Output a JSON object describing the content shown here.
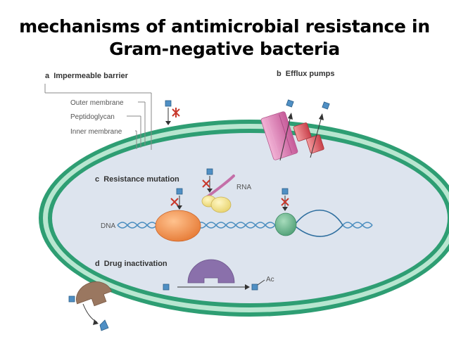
{
  "slide": {
    "title_line1": "mechanisms of antimicrobial resistance in",
    "title_line2": "Gram-negative bacteria"
  },
  "panels": {
    "a": {
      "letter": "a",
      "title": "Impermeable barrier"
    },
    "b": {
      "letter": "b",
      "title": "Efflux pumps"
    },
    "c": {
      "letter": "c",
      "title": "Resistance mutation"
    },
    "d": {
      "letter": "d",
      "title": "Drug inactivation"
    }
  },
  "membrane_labels": [
    "Outer membrane",
    "Peptidoglycan",
    "Inner membrane"
  ],
  "molecule_labels": {
    "rna": "RNA",
    "dna": "DNA",
    "acetyl": "Ac"
  },
  "colors": {
    "outer_membrane": "#2e9e73",
    "peptidoglycan": "#b8e6d0",
    "cytoplasm": "#dde4ee",
    "drug": "#4f8fc4",
    "block": "#c8382b",
    "efflux_pump_pink": "#d77ab0",
    "efflux_pump_red": "#d9525a",
    "ribosome": "#f1e08a",
    "rna_strand": "#c46fa8",
    "rna_polymerase": "#ee8a48",
    "dna_gyrase": "#5fb086",
    "dna_strand": "#4a8dbf",
    "enzyme": "#8a70ab",
    "outer_enzyme": "#9a7760"
  }
}
